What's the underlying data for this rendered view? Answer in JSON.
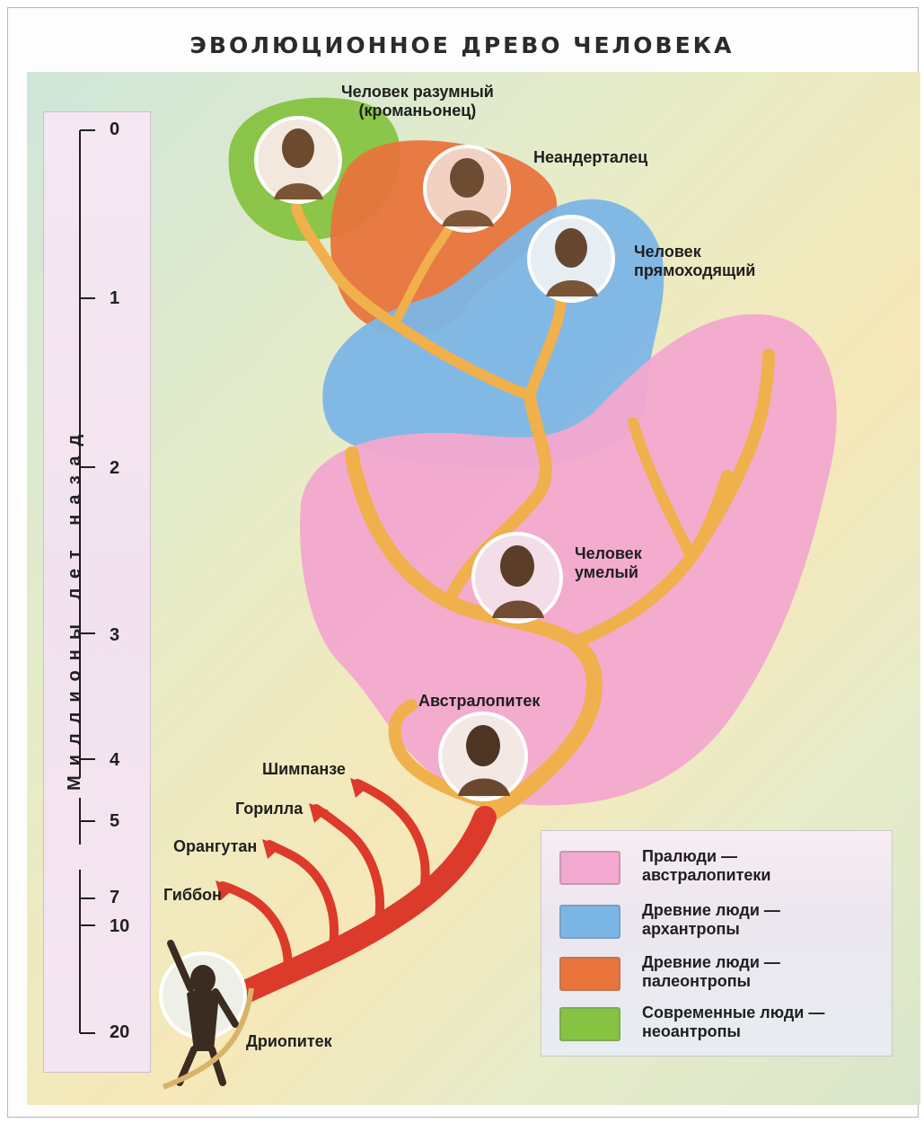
{
  "title": "ЭВОЛЮЦИОННОЕ ДРЕВО ЧЕЛОВЕКА",
  "timeline": {
    "axis_title": "Миллионы лет назад",
    "ticks": [
      "0",
      "1",
      "2",
      "3",
      "4",
      "5",
      "7",
      "10",
      "20"
    ]
  },
  "species": {
    "homo_sapiens": {
      "line1": "Человек разумный",
      "line2": "(кроманьонец)"
    },
    "neanderthal": {
      "line1": "Неандерталец"
    },
    "homo_erectus": {
      "line1": "Человек",
      "line2": "прямоходящий"
    },
    "homo_habilis": {
      "line1": "Человек",
      "line2": "умелый"
    },
    "australopithecus": {
      "line1": "Австралопитек"
    },
    "dryopithecus": {
      "line1": "Дриопитек"
    }
  },
  "apes": {
    "chimpanzee": "Шимпанзе",
    "gorilla": "Горилла",
    "orangutan": "Орангутан",
    "gibbon": "Гиббон"
  },
  "legend": [
    {
      "line1": "Пралюди —",
      "line2": "австралопитеки",
      "color": "#f2a8cf"
    },
    {
      "line1": "Древние люди —",
      "line2": "архантропы",
      "color": "#7cb6e6"
    },
    {
      "line1": "Древние люди —",
      "line2": "палеонтропы",
      "color": "#e8743c"
    },
    {
      "line1": "Современные люди —",
      "line2": "неоантропы",
      "color": "#86c341"
    }
  ],
  "colors": {
    "branch": "#f0b04c",
    "ape_branch": "#dc3a2a",
    "pink_zone": "#f2a8cf",
    "blue_zone": "#7cb6e6",
    "orange_zone": "#e8743c",
    "green_zone": "#86c341"
  }
}
